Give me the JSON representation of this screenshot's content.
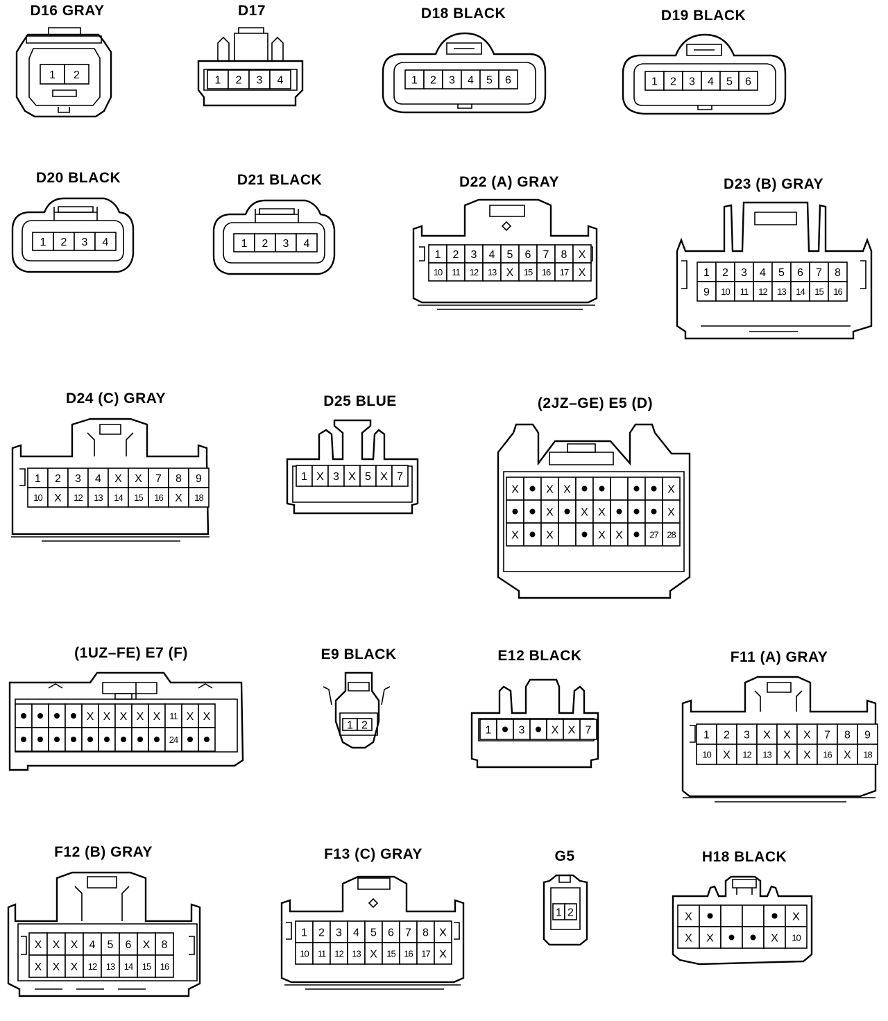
{
  "colors": {
    "ink": "#000000",
    "background": "#ffffff"
  },
  "connectors": [
    {
      "id": "D16",
      "label": "D16  GRAY",
      "rows": [
        [
          "1",
          "2"
        ]
      ]
    },
    {
      "id": "D17",
      "label": "D17",
      "rows": [
        [
          "1",
          "2",
          "3",
          "4"
        ]
      ]
    },
    {
      "id": "D18",
      "label": "D18  BLACK",
      "rows": [
        [
          "1",
          "2",
          "3",
          "4",
          "5",
          "6"
        ]
      ]
    },
    {
      "id": "D19",
      "label": "D19  BLACK",
      "rows": [
        [
          "1",
          "2",
          "3",
          "4",
          "5",
          "6"
        ]
      ]
    },
    {
      "id": "D20",
      "label": "D20  BLACK",
      "rows": [
        [
          "1",
          "2",
          "3",
          "4"
        ]
      ]
    },
    {
      "id": "D21",
      "label": "D21  BLACK",
      "rows": [
        [
          "1",
          "2",
          "3",
          "4"
        ]
      ]
    },
    {
      "id": "D22",
      "label": "D22 (A)  GRAY",
      "rows": [
        [
          "1",
          "2",
          "3",
          "4",
          "5",
          "6",
          "7",
          "8",
          "X"
        ],
        [
          "10",
          "11",
          "12",
          "13",
          "X",
          "15",
          "16",
          "17",
          "X"
        ]
      ]
    },
    {
      "id": "D23",
      "label": "D23 (B)  GRAY",
      "rows": [
        [
          "1",
          "2",
          "3",
          "4",
          "5",
          "6",
          "7",
          "8"
        ],
        [
          "9",
          "10",
          "11",
          "12",
          "13",
          "14",
          "15",
          "16"
        ]
      ]
    },
    {
      "id": "D24",
      "label": "D24 (C)  GRAY",
      "rows": [
        [
          "1",
          "2",
          "3",
          "4",
          "X",
          "X",
          "7",
          "8",
          "9"
        ],
        [
          "10",
          "X",
          "12",
          "13",
          "14",
          "15",
          "16",
          "X",
          "18"
        ]
      ]
    },
    {
      "id": "D25",
      "label": "D25  BLUE",
      "rows": [
        [
          "1",
          "X",
          "3",
          "X",
          "5",
          "X",
          "7"
        ]
      ]
    },
    {
      "id": "E5",
      "label": "(2JZ–GE)  E5 (D)",
      "rows": [
        [
          "X",
          "•",
          "X",
          "X",
          "•",
          "•",
          "",
          "•",
          "•",
          "X"
        ],
        [
          "•",
          "•",
          "X",
          "•",
          "X",
          "X",
          "•",
          "•",
          "•",
          "X"
        ],
        [
          "X",
          "•",
          "X",
          "",
          "•",
          "X",
          "X",
          "•",
          "27",
          "28"
        ]
      ]
    },
    {
      "id": "E7",
      "label": "(1UZ–FE)  E7 (F)",
      "rows": [
        [
          "•",
          "•",
          "•",
          "•",
          "X",
          "X",
          "X",
          "X",
          "X",
          "11",
          "X",
          "X"
        ],
        [
          "•",
          "•",
          "•",
          "•",
          "•",
          "•",
          "•",
          "•",
          "•",
          "24",
          "•",
          "•"
        ]
      ]
    },
    {
      "id": "E9",
      "label": "E9  BLACK",
      "rows": [
        [
          "1",
          "2"
        ]
      ]
    },
    {
      "id": "E12",
      "label": "E12  BLACK",
      "rows": [
        [
          "1",
          "•",
          "3",
          "•",
          "X",
          "X",
          "7"
        ]
      ]
    },
    {
      "id": "F11",
      "label": "F11 (A)  GRAY",
      "rows": [
        [
          "1",
          "2",
          "3",
          "X",
          "X",
          "X",
          "7",
          "8",
          "9"
        ],
        [
          "10",
          "X",
          "12",
          "13",
          "X",
          "X",
          "16",
          "X",
          "18"
        ]
      ]
    },
    {
      "id": "F12",
      "label": "F12 (B)  GRAY",
      "rows": [
        [
          "X",
          "X",
          "X",
          "4",
          "5",
          "6",
          "X",
          "8"
        ],
        [
          "X",
          "X",
          "X",
          "12",
          "13",
          "14",
          "15",
          "16"
        ]
      ]
    },
    {
      "id": "F13",
      "label": "F13 (C)  GRAY",
      "rows": [
        [
          "1",
          "2",
          "3",
          "4",
          "5",
          "6",
          "7",
          "8",
          "X"
        ],
        [
          "10",
          "11",
          "12",
          "13",
          "X",
          "15",
          "16",
          "17",
          "X"
        ]
      ]
    },
    {
      "id": "G5",
      "label": "G5",
      "rows": [
        [
          "1",
          "2"
        ]
      ]
    },
    {
      "id": "H18",
      "label": "H18  BLACK",
      "rows": [
        [
          "X",
          "•",
          "",
          "",
          "•",
          "X"
        ],
        [
          "X",
          "X",
          "•",
          "•",
          "X",
          "10"
        ]
      ]
    }
  ]
}
